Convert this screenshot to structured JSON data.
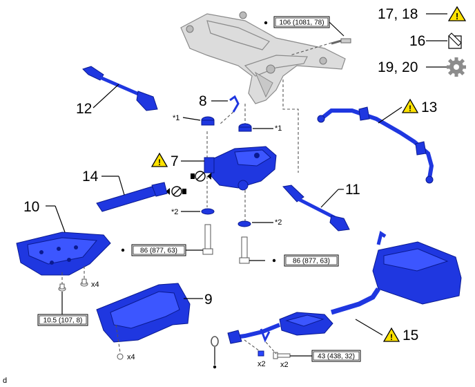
{
  "callouts": {
    "c17_18": "17, 18",
    "c16": "16",
    "c19_20": "19, 20",
    "c13": "13",
    "c12": "12",
    "c8": "8",
    "c7": "7",
    "c14": "14",
    "c11": "11",
    "c10": "10",
    "c9": "9",
    "c15": "15"
  },
  "notes": {
    "star1_left": "*1",
    "star1_right": "*1",
    "star2_left": "*2",
    "star2_right": "*2",
    "x4_top": "x4",
    "x4_bottom": "x4",
    "x2_a": "x2",
    "x2_b": "x2",
    "corner_letter": "d"
  },
  "torque_specs": {
    "top_bolt": "106 (1081, 78)",
    "left_bolt": "86 (877, 63)",
    "right_bolt": "86 (877, 63)",
    "heat_insulator": "10.5 (107, 8)",
    "exhaust": "43 (438, 32)"
  },
  "colors": {
    "part_blue": "#1f37e0",
    "warning_yellow": "#ffe200",
    "frame_gray": "#dcdcdc",
    "icon_gray": "#8c8c8c"
  },
  "icons": [
    "warning-icon",
    "grease-icon",
    "gear-icon",
    "no-reuse-icon"
  ]
}
